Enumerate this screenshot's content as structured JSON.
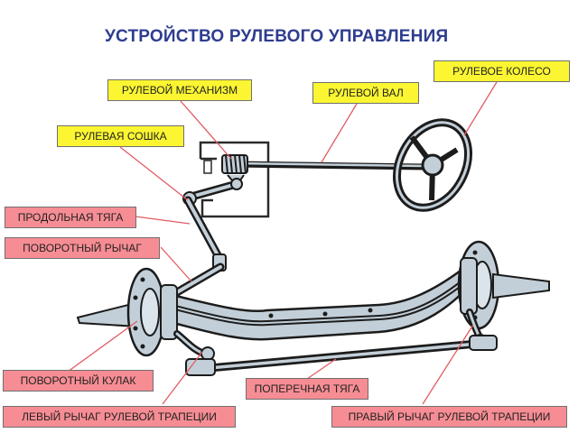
{
  "title": "УСТРОЙСТВО РУЛЕВОГО УПРАВЛЕНИЯ",
  "labels": {
    "steering_wheel": "РУЛЕВОЕ КОЛЕСО",
    "steering_gear": "РУЛЕВОЙ МЕХАНИЗМ",
    "steering_shaft": "РУЛЕВОЙ ВАЛ",
    "pitman_arm": "РУЛЕВАЯ СОШКА",
    "drag_link": "ПРОДОЛЬНАЯ ТЯГА",
    "steering_arm": "ПОВОРОТНЫЙ РЫЧАГ",
    "steering_knuckle": "ПОВОРОТНЫЙ КУЛАК",
    "tie_rod": "ПОПЕРЕЧНАЯ ТЯГА",
    "left_trapezoid_arm": "ЛЕВЫЙ РЫЧАГ РУЛЕВОЙ ТРАПЕЦИИ",
    "right_trapezoid_arm": "ПРАВЫЙ РЫЧАГ РУЛЕВОЙ ТРАПЕЦИИ"
  },
  "colors": {
    "title": "#2e3d8f",
    "label_yellow": "#fbf631",
    "label_pink": "#f78d94",
    "leader_line": "#e25b63",
    "metal_light": "#c3cfd8",
    "metal_dark": "#1c1c1c"
  }
}
